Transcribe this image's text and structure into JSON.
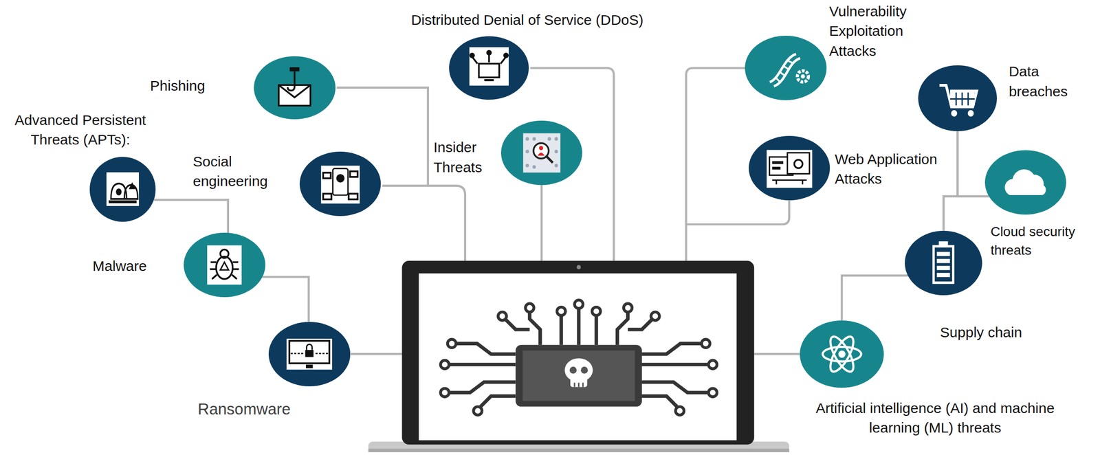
{
  "diagram": {
    "nodes": [
      {
        "text": [
          "Advanced Persistent Threats (APTs):"
        ]
      },
      {
        "text": [
          "Phishing"
        ]
      },
      {
        "text": [
          "Social engineering"
        ]
      },
      {
        "text": [
          "Malware"
        ]
      },
      {
        "text": [
          "Ransomware"
        ]
      },
      {
        "text": [
          "Distributed Denial of Service (DDoS)"
        ]
      },
      {
        "text": [
          "Insider Threats"
        ]
      },
      {
        "text": [
          "Vulnerability Exploitation Attacks"
        ]
      },
      {
        "text": [
          "Web Application Attacks"
        ]
      },
      {
        "text": [
          "Data breaches"
        ]
      },
      {
        "text": [
          "Cloud security threats"
        ]
      },
      {
        "text": [
          "Supply chain"
        ]
      },
      {
        "text": [
          "Artificial intelligence (AI) and machine learning (ML) threats"
        ]
      }
    ],
    "edges": [
      {
        "from": 0,
        "to": 3,
        "arrow": "none"
      },
      {
        "from": 3,
        "to": 4,
        "arrow": "none"
      },
      {
        "from": 9,
        "to": 10,
        "arrow": "none"
      },
      {
        "from": 9,
        "to": 11,
        "arrow": "none"
      },
      {
        "from": 10,
        "to": 11,
        "arrow": "none"
      },
      {
        "from": 11,
        "to": 12,
        "arrow": "none"
      }
    ]
  }
}
